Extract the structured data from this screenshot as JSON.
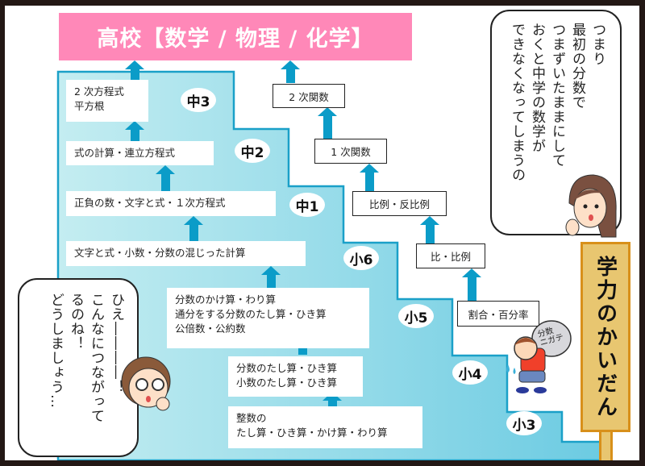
{
  "title": "高校【数学 / 物理 / 化学】",
  "sign": "学力のかいだん",
  "colors": {
    "title_bg": "#ff88b8",
    "arrow": "#0b9cc8",
    "stairs_light": "#c4edf1",
    "stairs_dark": "#6ccbe2",
    "sign_bg": "#e8c670"
  },
  "left_column": [
    "2 次方程式\n平方根",
    "式の計算・連立方程式",
    "正負の数・文字と式・１次方程式",
    "文字と式・小数・分数の混じった計算",
    "分数のかけ算・わり算\n通分をする分数のたし算・ひき算\n公倍数・公約数",
    "分数のたし算・ひき算\n小数のたし算・ひき算",
    "整数の\nたし算・ひき算・かけ算・わり算"
  ],
  "right_column": [
    "2 次関数",
    "1 次関数",
    "比例・反比例",
    "比・比例",
    "割合・百分率"
  ],
  "grades": [
    "中3",
    "中2",
    "中1",
    "小6",
    "小5",
    "小4",
    "小3"
  ],
  "bag_label": "分数\nニガテ",
  "bubble_right": "つまり\n最初の分数で\nつまずいたままにして\nおくと中学の数学が\nできなくなってしまうの",
  "bubble_left": "ひえ――――！\nこんなにつながって\nるのね！\nどうしましょう…"
}
